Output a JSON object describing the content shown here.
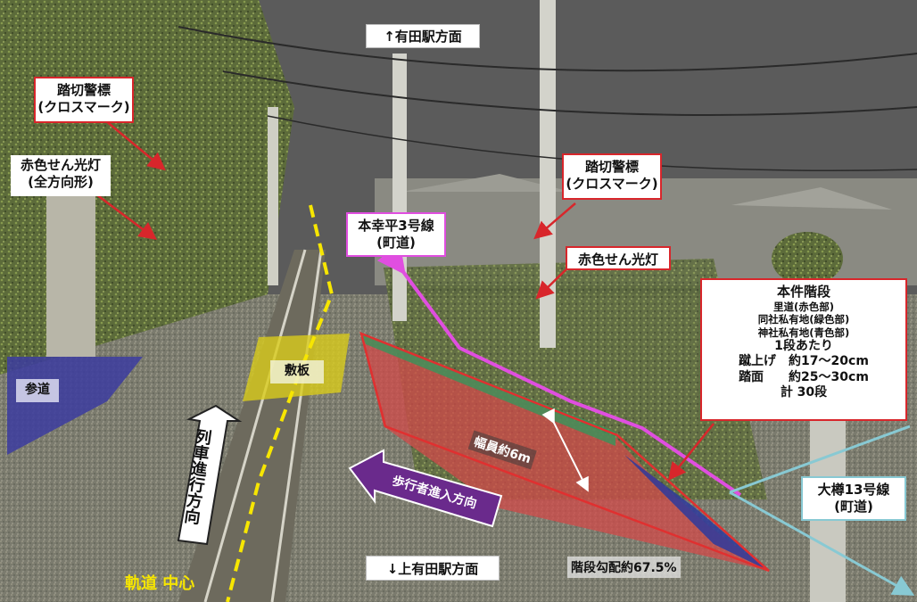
{
  "labels": {
    "arita_dir": "↑有田駅方面",
    "kami_arita_dir": "↓上有田駅方面",
    "crossmark_left": [
      "踏切警標",
      "(クロスマーク)"
    ],
    "redlight_left": [
      "赤色せん光灯",
      "(全方向形)"
    ],
    "crossmark_right": [
      "踏切警標",
      "(クロスマーク)"
    ],
    "redlight_right": "赤色せん光灯",
    "road_hon": [
      "本幸平3号線",
      "(町道)"
    ],
    "road_ohtaru": [
      "大樽13号線",
      "(町道)"
    ],
    "sandou": "参道",
    "shikiita": "敷板",
    "train_dir": "列車進行方向",
    "track_center": "軌道 中心",
    "pedestrian_dir": "歩行者進入方向",
    "width": "幅員約6m",
    "slope": "階段勾配約67.5%"
  },
  "stairs_info": {
    "title": "本件階段",
    "lines": [
      "里道(赤色部)",
      "同社私有地(緑色部)",
      "神社私有地(青色部)"
    ],
    "per_step": "1段あたり",
    "rise": "蹴上げ　約17～20cm",
    "tread": "踏面　　約25～30cm",
    "total": "計 30段"
  },
  "colors": {
    "red": "#d8262b",
    "magenta": "#e04ee0",
    "cyan": "#88c9d3",
    "yellow": "#f7e600",
    "purple_arrow": "#6a2a8c",
    "sandou_blue": "#3c3ca0",
    "shikiita_yellow": "#d9cc1c"
  }
}
